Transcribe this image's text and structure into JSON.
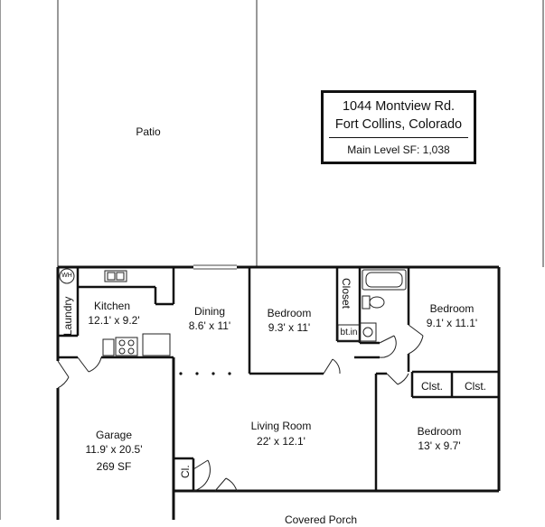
{
  "title": {
    "address_line1": "1044 Montview Rd.",
    "address_line2": "Fort Collins, Colorado",
    "area": "Main Level SF: 1,038"
  },
  "rooms": {
    "patio": {
      "name": "Patio"
    },
    "kitchen": {
      "name": "Kitchen",
      "dims": "12.1' x 9.2'"
    },
    "laundry": {
      "name": "Laundry"
    },
    "dining": {
      "name": "Dining",
      "dims": "8.6' x 11'"
    },
    "bedroom1": {
      "name": "Bedroom",
      "dims": "9.3' x 11'"
    },
    "closet": {
      "name": "Closet"
    },
    "builtin": {
      "name": "bt.in"
    },
    "bedroom2": {
      "name": "Bedroom",
      "dims": "9.1' x 11.1'"
    },
    "closet2": {
      "name": "Clst."
    },
    "closet3": {
      "name": "Clst."
    },
    "bedroom3": {
      "name": "Bedroom",
      "dims": "13' x 9.7'"
    },
    "living": {
      "name": "Living Room",
      "dims": "22' x 12.1'"
    },
    "garage": {
      "name": "Garage",
      "dims": "11.9' x 20.5'",
      "area": "269 SF"
    },
    "closet_small": {
      "name": "Cl."
    },
    "porch": {
      "name": "Covered Porch"
    }
  },
  "fixtures": {
    "water_heater": "WH"
  }
}
